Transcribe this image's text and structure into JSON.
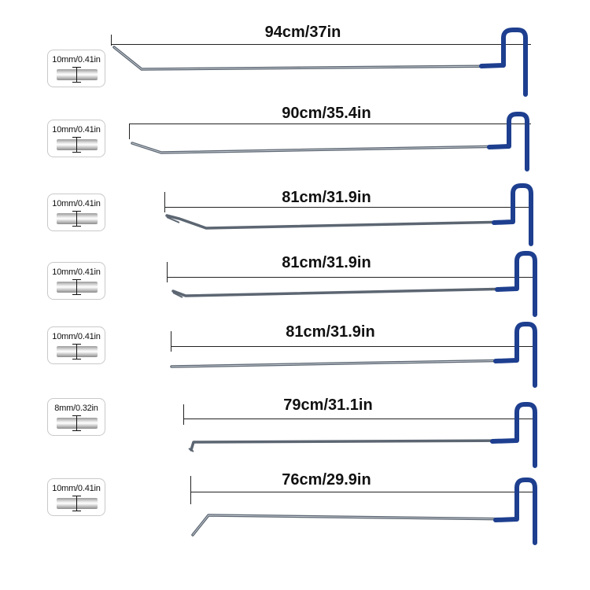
{
  "tools": [
    {
      "diameter": "10mm/0.41in",
      "length": "94cm/37in",
      "tip": "angled"
    },
    {
      "diameter": "10mm/0.41in",
      "length": "90cm/35.4in",
      "tip": "angled"
    },
    {
      "diameter": "10mm/0.41in",
      "length": "81cm/31.9in",
      "tip": "fork"
    },
    {
      "diameter": "10mm/0.41in",
      "length": "81cm/31.9in",
      "tip": "fork"
    },
    {
      "diameter": "10mm/0.41in",
      "length": "81cm/31.9in",
      "tip": "straight"
    },
    {
      "diameter": "8mm/0.32in",
      "length": "79cm/31.1in",
      "tip": "hook"
    },
    {
      "diameter": "10mm/0.41in",
      "length": "76cm/29.9in",
      "tip": "angled-long"
    }
  ],
  "colors": {
    "rod": "#7d8794",
    "handle": "#1e3f8f",
    "text": "#111111"
  }
}
